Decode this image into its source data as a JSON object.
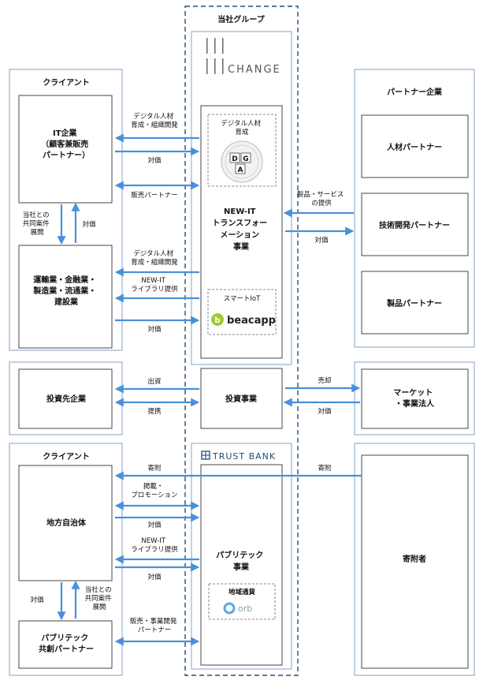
{
  "group": {
    "title": "当社グループ"
  },
  "change_logo": {
    "text": "CHANGE"
  },
  "trustbank_logo": {
    "text": "TRUST BANK"
  },
  "dga_logo": {
    "letters": [
      "D",
      "G",
      "A"
    ]
  },
  "left_top": {
    "title": "クライアント",
    "box1": [
      "IT企業",
      "（顧客兼販売",
      "パートナー）"
    ],
    "box2": [
      "運輸業・金融業・",
      "製造業・流通業・",
      "建設業"
    ],
    "up_label": "対価",
    "down_label": [
      "当社との",
      "共同案件",
      "展開"
    ]
  },
  "center_newit": {
    "dga_title": [
      "デジタル人材",
      "育成"
    ],
    "title": [
      "NEW-IT",
      "トランスフォー",
      "メーション",
      "事業"
    ],
    "smartiot_label": "スマートIoT",
    "beacapp_text": "beacapp"
  },
  "right_partners": {
    "title": "パートナー企業",
    "items": [
      "人材パートナー",
      "技術開発パートナー",
      "製品パートナー"
    ]
  },
  "arrows_top": {
    "a1": [
      "デジタル人材",
      "育成・組織開発"
    ],
    "a2": "対価",
    "a3": "販売パートナー",
    "a4": [
      "デジタル人材",
      "育成・組織開発"
    ],
    "a5": [
      "NEW-IT",
      "ライブラリ提供"
    ],
    "a6": "対価",
    "r1": [
      "製品・サービス",
      "の提供"
    ],
    "r2": "対価"
  },
  "invest": {
    "left": "投資先企業",
    "center": "投資事業",
    "right": [
      "マーケット",
      "・事業法人"
    ],
    "l1": "出資",
    "l2": "提携",
    "r1": "売却",
    "r2": "対価"
  },
  "left_bottom": {
    "title": "クライアント",
    "box1": "地方自治体",
    "box2": [
      "パブリテック",
      "共創パートナー"
    ],
    "down_label": "対価",
    "up_label": [
      "当社との",
      "共同案件",
      "展開"
    ]
  },
  "center_public": {
    "title": [
      "パブリテック",
      "事業"
    ],
    "currency_label": "地域通貨",
    "orb_text": "orb"
  },
  "right_donor": {
    "label": "寄附者"
  },
  "arrows_bottom": {
    "donation_left": "寄附",
    "donation_right": "寄附",
    "b1": [
      "掲載・",
      "プロモーション"
    ],
    "b2": "対価",
    "b3": [
      "NEW-IT",
      "ライブラリ提供"
    ],
    "b4": "対価",
    "b5": [
      "販売・事業開発",
      "パートナー"
    ]
  }
}
